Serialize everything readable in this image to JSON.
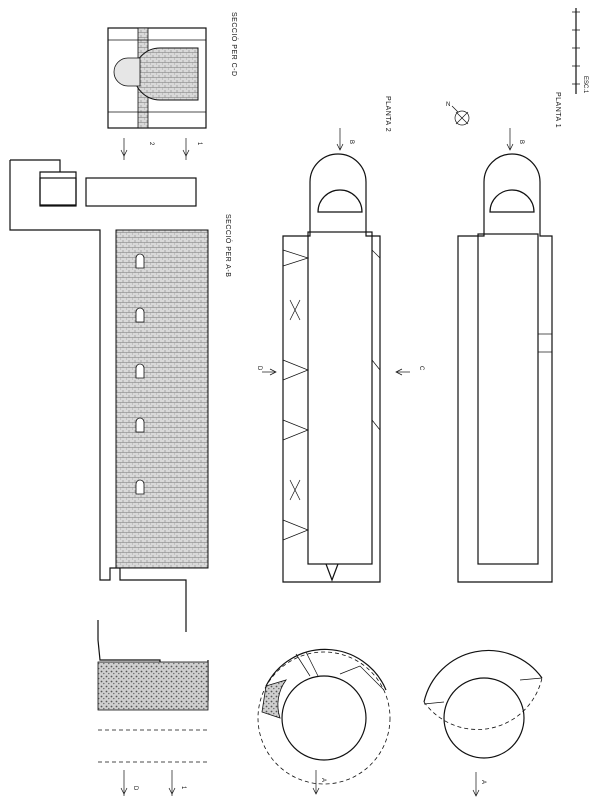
{
  "labels": {
    "section_cd": "SECCIÓ PER C-D",
    "section_ab": "SECCIÓ PER A-B",
    "plan_2": "PLANTA 2",
    "plan_1": "PLANTA 1",
    "scale": "ESC.1",
    "cut_c": "C",
    "cut_d": "D",
    "cut_a": "A",
    "cut_b": "B",
    "marker_1": "1",
    "marker_2": "2"
  },
  "colors": {
    "ink": "#111111",
    "paper": "#ffffff",
    "masonry": "#bdbdbd"
  }
}
